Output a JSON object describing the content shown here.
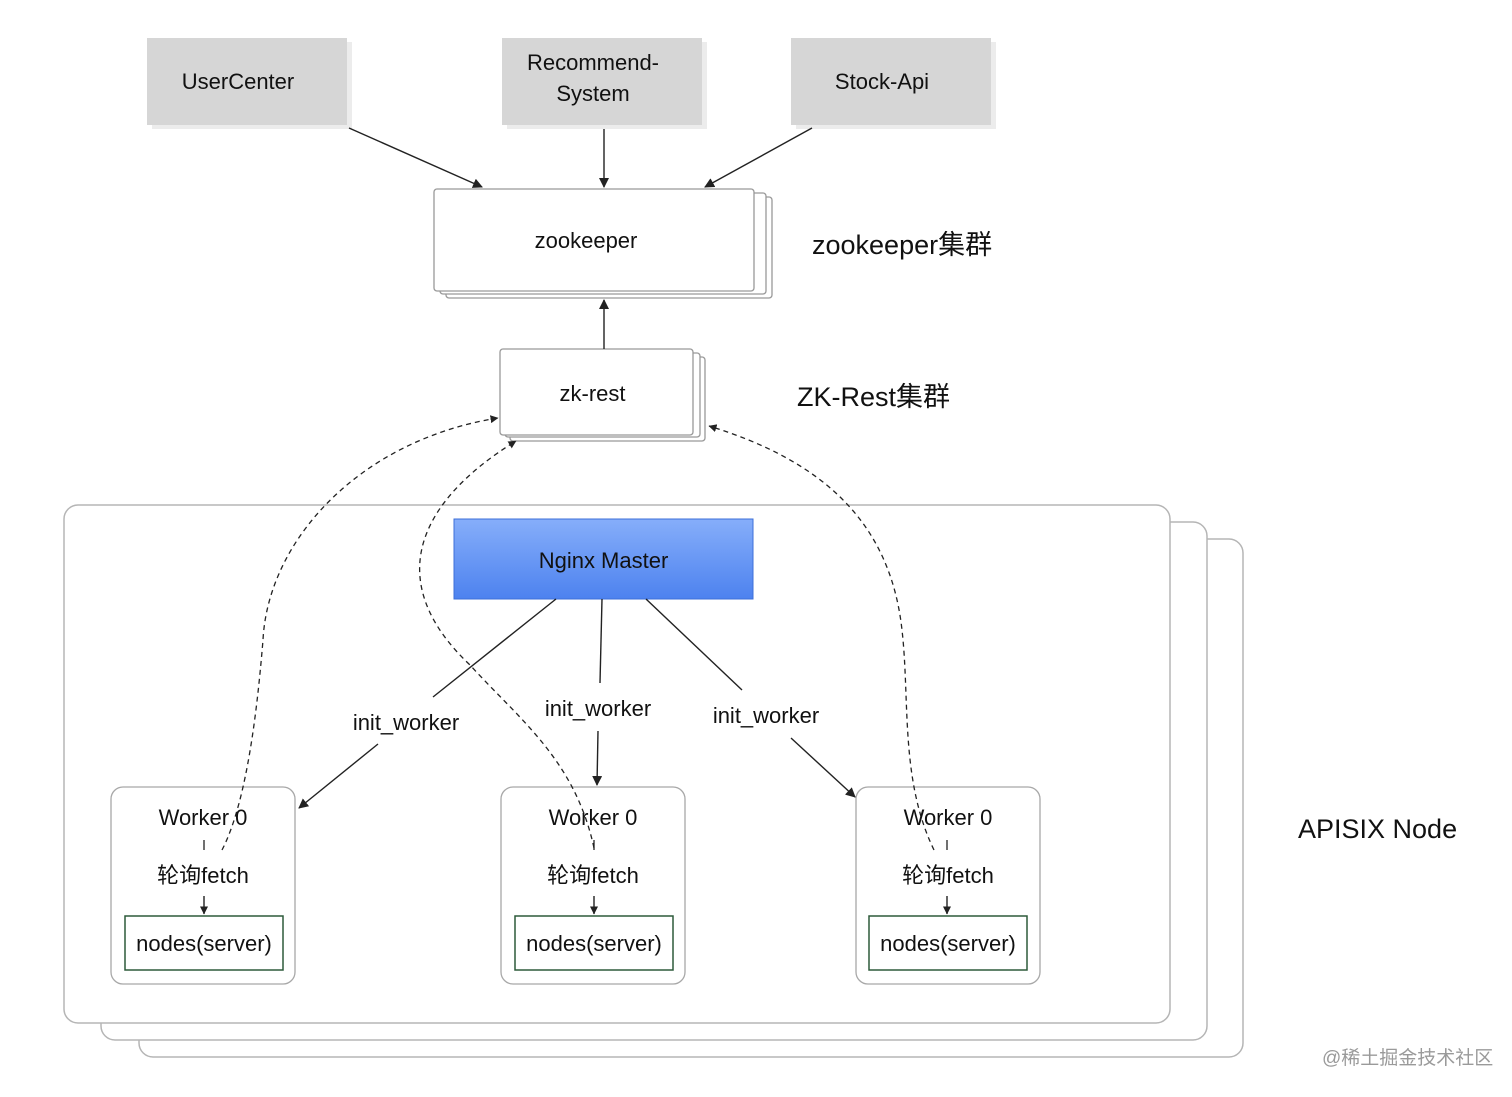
{
  "services": [
    {
      "label": "UserCenter"
    },
    {
      "label": "Recommend-\nSystem"
    },
    {
      "label": "Stock-Api"
    }
  ],
  "zookeeper": {
    "label": "zookeeper",
    "cluster_label": "zookeeper集群"
  },
  "zk_rest": {
    "label": "zk-rest",
    "cluster_label": "ZK-Rest集群"
  },
  "apisix": {
    "node_label": "APISIX Node",
    "master_label": "Nginx Master",
    "edge_label": "init_worker",
    "workers": [
      {
        "title": "Worker 0",
        "fetch": "轮询fetch",
        "nodes": "nodes(server)"
      },
      {
        "title": "Worker 0",
        "fetch": "轮询fetch",
        "nodes": "nodes(server)"
      },
      {
        "title": "Worker 0",
        "fetch": "轮询fetch",
        "nodes": "nodes(server)"
      }
    ]
  },
  "watermark": "@稀土掘金技术社区",
  "colors": {
    "service_fill": "#d6d6d6",
    "master_gradient_top": "#86aefa",
    "master_gradient_bottom": "#4d82ef",
    "nodes_border": "#2d5a3a",
    "line": "#222222"
  }
}
